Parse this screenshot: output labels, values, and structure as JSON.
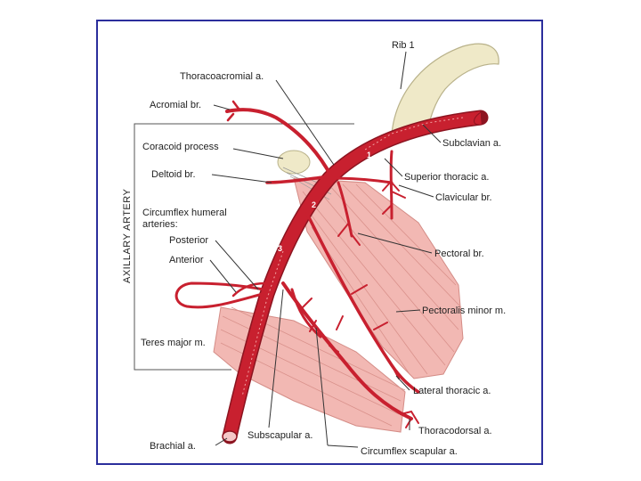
{
  "title_vertical": "AXILLARY ARTERY",
  "colors": {
    "border": "#2b2e9c",
    "artery": "#c8202f",
    "artery_dark": "#8c1420",
    "muscle": "#f2b8b3",
    "bone": "#efe9c8"
  },
  "labels": {
    "rib1": "Rib 1",
    "thoracoacromial": "Thoracoacromial a.",
    "acromial": "Acromial br.",
    "subclavian": "Subclavian a.",
    "coracoid": "Coracoid process",
    "superior_thoracic": "Superior thoracic a.",
    "deltoid": "Deltoid br.",
    "clavicular": "Clavicular br.",
    "circumflex_humeral_1": "Circumflex humeral",
    "circumflex_humeral_2": "arteries:",
    "posterior": "Posterior",
    "anterior": "Anterior",
    "pectoral": "Pectoral br.",
    "pectoralis_minor": "Pectoralis minor m.",
    "teres_major": "Teres major m.",
    "lateral_thoracic": "Lateral thoracic a.",
    "thoracodorsal": "Thoracodorsal a.",
    "brachial": "Brachial a.",
    "subscapular": "Subscapular a.",
    "circumflex_scapular": "Circumflex scapular a."
  },
  "part_numbers": [
    "1",
    "2",
    "3"
  ]
}
